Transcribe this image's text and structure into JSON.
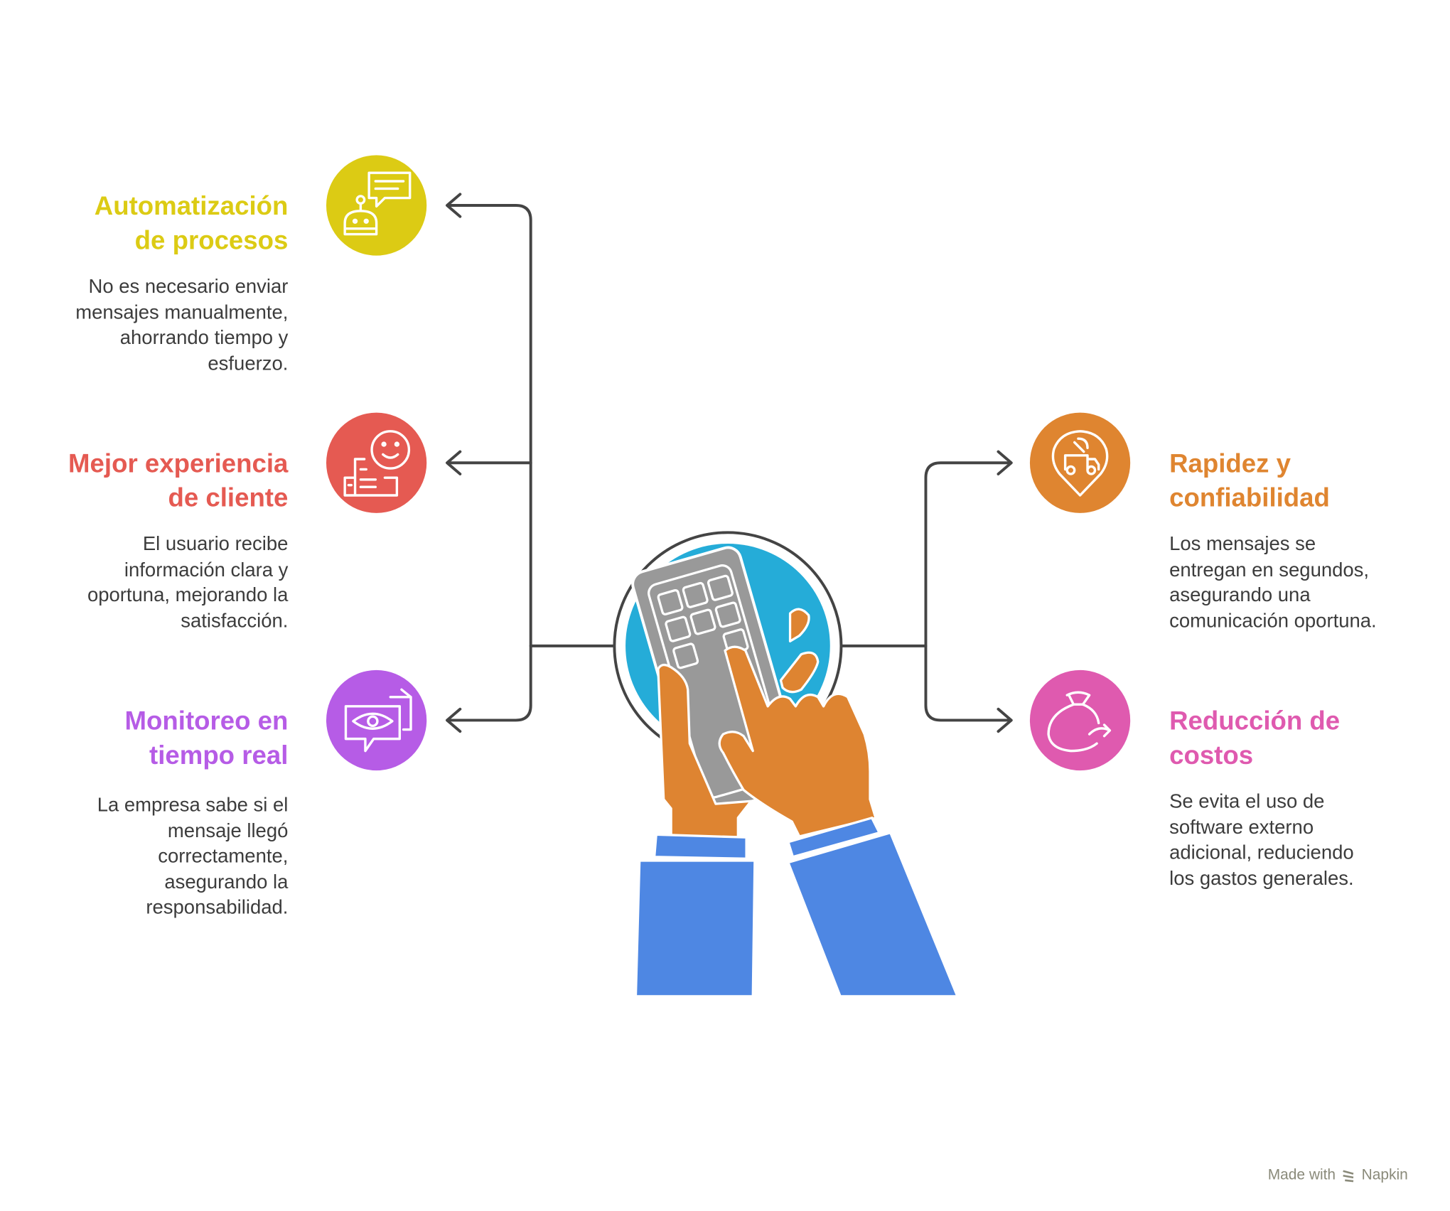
{
  "items": [
    {
      "title": [
        "Automatización",
        "de procesos"
      ],
      "desc": [
        "No es necesario enviar",
        "mensajes manualmente,",
        "ahorrando tiempo y",
        "esfuerzo."
      ],
      "color": "#dccb14",
      "icon": "robot-chat-icon"
    },
    {
      "title": [
        "Mejor experiencia",
        "de cliente"
      ],
      "desc": [
        "El usuario recibe",
        "información clara y",
        "oportuna, mejorando la",
        "satisfacción."
      ],
      "color": "#e55a52",
      "icon": "smiley-building-icon"
    },
    {
      "title": [
        "Monitoreo en",
        "tiempo real"
      ],
      "desc": [
        "La empresa sabe si el",
        "mensaje llegó",
        "correctamente,",
        "asegurando la",
        "responsabilidad."
      ],
      "color": "#b65ce6",
      "icon": "eye-message-icon"
    },
    {
      "title": [
        "Rapidez y",
        "confiabilidad"
      ],
      "desc": [
        "Los mensajes se",
        "entregan en segundos,",
        "asegurando una",
        "comunicación oportuna."
      ],
      "color": "#df8530",
      "icon": "delivery-location-icon"
    },
    {
      "title": [
        "Reducción de",
        "costos"
      ],
      "desc": [
        "Se evita el uso de",
        "software externo",
        "adicional, reduciendo",
        "los gastos generales."
      ],
      "color": "#df5aaf",
      "icon": "money-bag-icon"
    }
  ],
  "footer": {
    "made_with": "Made with",
    "brand": "Napkin"
  },
  "colors": {
    "line": "#444444",
    "center_blue": "#25acd8",
    "hand": "#de8431",
    "sleeve": "#4e87e3",
    "device": "#999999"
  }
}
